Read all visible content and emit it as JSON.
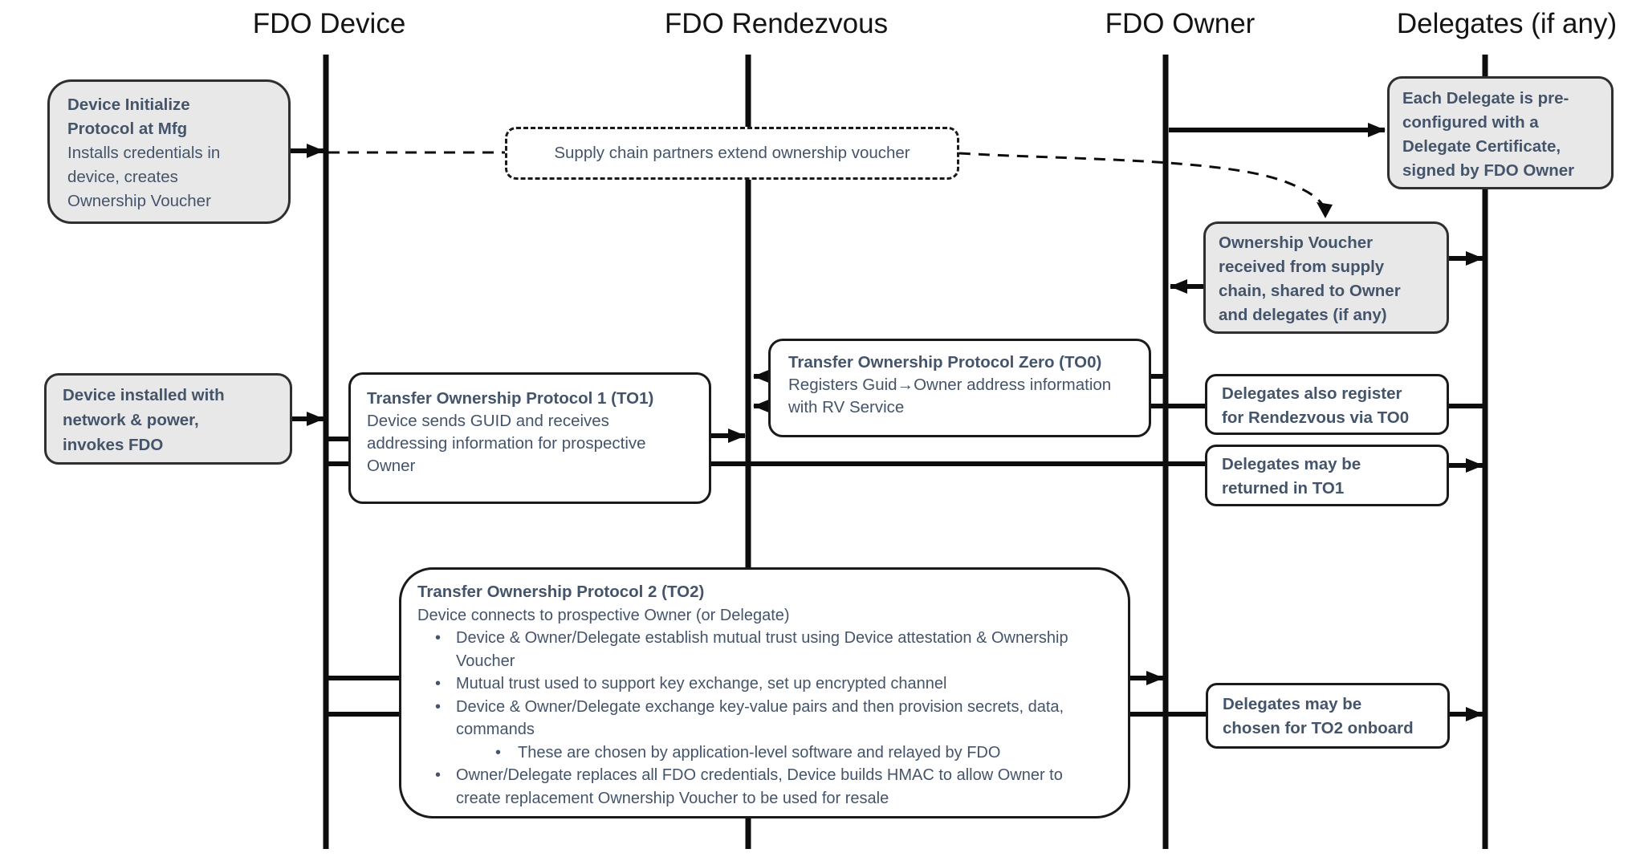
{
  "diagram_title": "FDO protocol sequence diagram",
  "colors": {
    "background": "#ffffff",
    "text_navy": "#44546A",
    "header_text": "#141414",
    "note_fill": "#E9E8E8",
    "note_border": "#2f2f2f",
    "line_black": "#0d0d0d"
  },
  "lanes": [
    {
      "label": "FDO Device"
    },
    {
      "label": "FDO Rendezvous"
    },
    {
      "label": "FDO Owner"
    },
    {
      "label": "Delegates (if any)"
    }
  ],
  "boxes": {
    "device_initialize": {
      "title_lines": [
        "Device Initialize",
        "Protocol at Mfg"
      ],
      "body_lines": [
        "Installs credentials in",
        "device, creates",
        "Ownership Voucher"
      ]
    },
    "supply_chain": {
      "text": "Supply chain partners extend ownership voucher"
    },
    "each_delegate": {
      "lines": [
        "Each Delegate is pre-",
        "configured with a",
        "Delegate Certificate,",
        "signed by FDO Owner"
      ]
    },
    "ov_received": {
      "lines": [
        "Ownership Voucher",
        "received from supply",
        "chain, shared to Owner",
        "and delegates (if any)"
      ]
    },
    "to0": {
      "title": "Transfer Ownership Protocol Zero (TO0)",
      "body_lines": [
        "Registers Guid→Owner address information",
        "with RV Service"
      ]
    },
    "device_installed": {
      "lines": [
        "Device installed with",
        "network & power,",
        "invokes FDO"
      ]
    },
    "to1": {
      "title": "Transfer Ownership Protocol 1 (TO1)",
      "body_lines": [
        "Device sends GUID and receives",
        "addressing information for prospective",
        "Owner"
      ]
    },
    "delegates_to0": {
      "lines": [
        "Delegates also register",
        "for Rendezvous via TO0"
      ]
    },
    "delegates_to1": {
      "lines": [
        "Delegates may be",
        "returned in TO1"
      ]
    },
    "to2": {
      "title": "Transfer Ownership Protocol 2 (TO2)",
      "intro": "Device connects to prospective Owner (or Delegate)",
      "bullets": [
        "Device & Owner/Delegate establish mutual trust using Device attestation & Ownership Voucher",
        "Mutual trust used to support key exchange, set up encrypted channel",
        "Device & Owner/Delegate exchange key-value pairs and then provision secrets, data, commands",
        "These are chosen by application-level software and relayed by FDO",
        "Owner/Delegate replaces all FDO credentials, Device builds HMAC to allow Owner to create replacement Ownership Voucher to be used for resale"
      ]
    },
    "delegates_to2": {
      "lines": [
        "Delegates may be",
        "chosen for TO2 onboard"
      ]
    }
  }
}
